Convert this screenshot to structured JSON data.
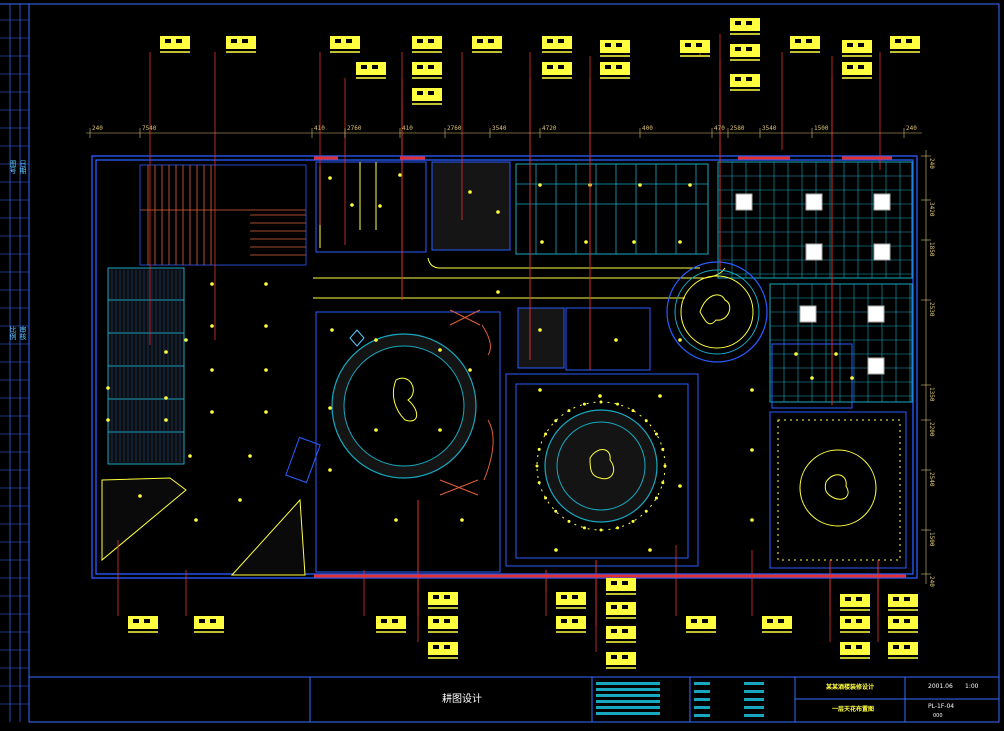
{
  "drawing": {
    "title_block": {
      "designer": "耕图设计",
      "project": "某某酒楼装修设计",
      "sheet_name": "一层天花布置图",
      "date": "2001.06",
      "scale": "1:00",
      "sheet_no": "PL-1F-04",
      "code": "000"
    },
    "side_labels": [
      "图号",
      "日期",
      "比例",
      "审核"
    ],
    "dimensions_top": [
      "240",
      "7540",
      "410",
      "2760",
      "410",
      "2760",
      "3540",
      "4720",
      "400",
      "470",
      "2580",
      "3540",
      "1500",
      "240"
    ],
    "dimensions_right": [
      "240",
      "3420",
      "1850",
      "2530",
      "1350",
      "2200",
      "2540",
      "1500",
      "240"
    ]
  },
  "colors": {
    "background": "#000000",
    "wall": "#2a5cff",
    "frame": "#3a6bff",
    "tile": "#17a8c0",
    "lamp": "#ffff40",
    "leader": "#e03030",
    "dimension": "#d8c070",
    "highlight": "#ffffff"
  }
}
